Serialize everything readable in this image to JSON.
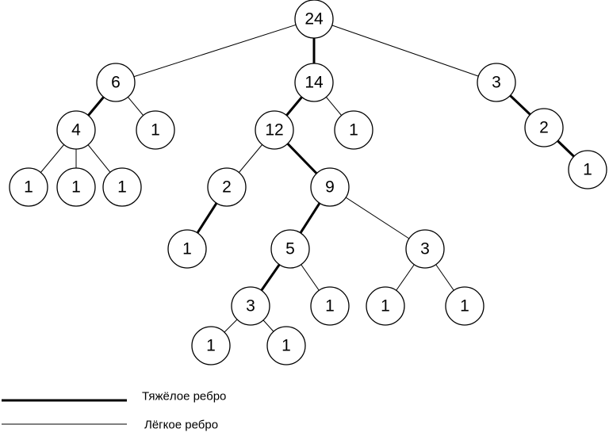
{
  "tree": {
    "nodes": [
      {
        "id": "n0",
        "value": "24"
      },
      {
        "id": "n1",
        "value": "6"
      },
      {
        "id": "n2",
        "value": "14"
      },
      {
        "id": "n3",
        "value": "3"
      },
      {
        "id": "n4",
        "value": "4"
      },
      {
        "id": "n5",
        "value": "1"
      },
      {
        "id": "n6",
        "value": "12"
      },
      {
        "id": "n7",
        "value": "1"
      },
      {
        "id": "n8",
        "value": "2"
      },
      {
        "id": "n9",
        "value": "1"
      },
      {
        "id": "n10",
        "value": "1"
      },
      {
        "id": "n11",
        "value": "1"
      },
      {
        "id": "n12",
        "value": "2"
      },
      {
        "id": "n13",
        "value": "9"
      },
      {
        "id": "n14",
        "value": "1"
      },
      {
        "id": "n15",
        "value": "1"
      },
      {
        "id": "n16",
        "value": "5"
      },
      {
        "id": "n17",
        "value": "3"
      },
      {
        "id": "n18",
        "value": "3"
      },
      {
        "id": "n19",
        "value": "1"
      },
      {
        "id": "n20",
        "value": "1"
      },
      {
        "id": "n21",
        "value": "1"
      },
      {
        "id": "n22",
        "value": "1"
      },
      {
        "id": "n23",
        "value": "1"
      }
    ],
    "edges": [
      {
        "from": "n0",
        "to": "n1",
        "type": "light"
      },
      {
        "from": "n0",
        "to": "n2",
        "type": "heavy"
      },
      {
        "from": "n0",
        "to": "n3",
        "type": "light"
      },
      {
        "from": "n1",
        "to": "n4",
        "type": "heavy"
      },
      {
        "from": "n1",
        "to": "n5",
        "type": "light"
      },
      {
        "from": "n2",
        "to": "n6",
        "type": "heavy"
      },
      {
        "from": "n2",
        "to": "n7",
        "type": "light"
      },
      {
        "from": "n3",
        "to": "n8",
        "type": "heavy"
      },
      {
        "from": "n4",
        "to": "n9",
        "type": "light"
      },
      {
        "from": "n4",
        "to": "n10",
        "type": "light"
      },
      {
        "from": "n4",
        "to": "n11",
        "type": "light"
      },
      {
        "from": "n6",
        "to": "n12",
        "type": "light"
      },
      {
        "from": "n6",
        "to": "n13",
        "type": "heavy"
      },
      {
        "from": "n8",
        "to": "n14",
        "type": "heavy"
      },
      {
        "from": "n12",
        "to": "n15",
        "type": "heavy"
      },
      {
        "from": "n13",
        "to": "n16",
        "type": "heavy"
      },
      {
        "from": "n13",
        "to": "n17",
        "type": "light"
      },
      {
        "from": "n16",
        "to": "n18",
        "type": "heavy"
      },
      {
        "from": "n16",
        "to": "n19",
        "type": "light"
      },
      {
        "from": "n17",
        "to": "n20",
        "type": "light"
      },
      {
        "from": "n17",
        "to": "n21",
        "type": "light"
      },
      {
        "from": "n18",
        "to": "n22",
        "type": "light"
      },
      {
        "from": "n18",
        "to": "n23",
        "type": "light"
      }
    ]
  },
  "legend": {
    "heavy_label": "Тяжёлое ребро",
    "light_label": "Лёгкое ребро"
  }
}
